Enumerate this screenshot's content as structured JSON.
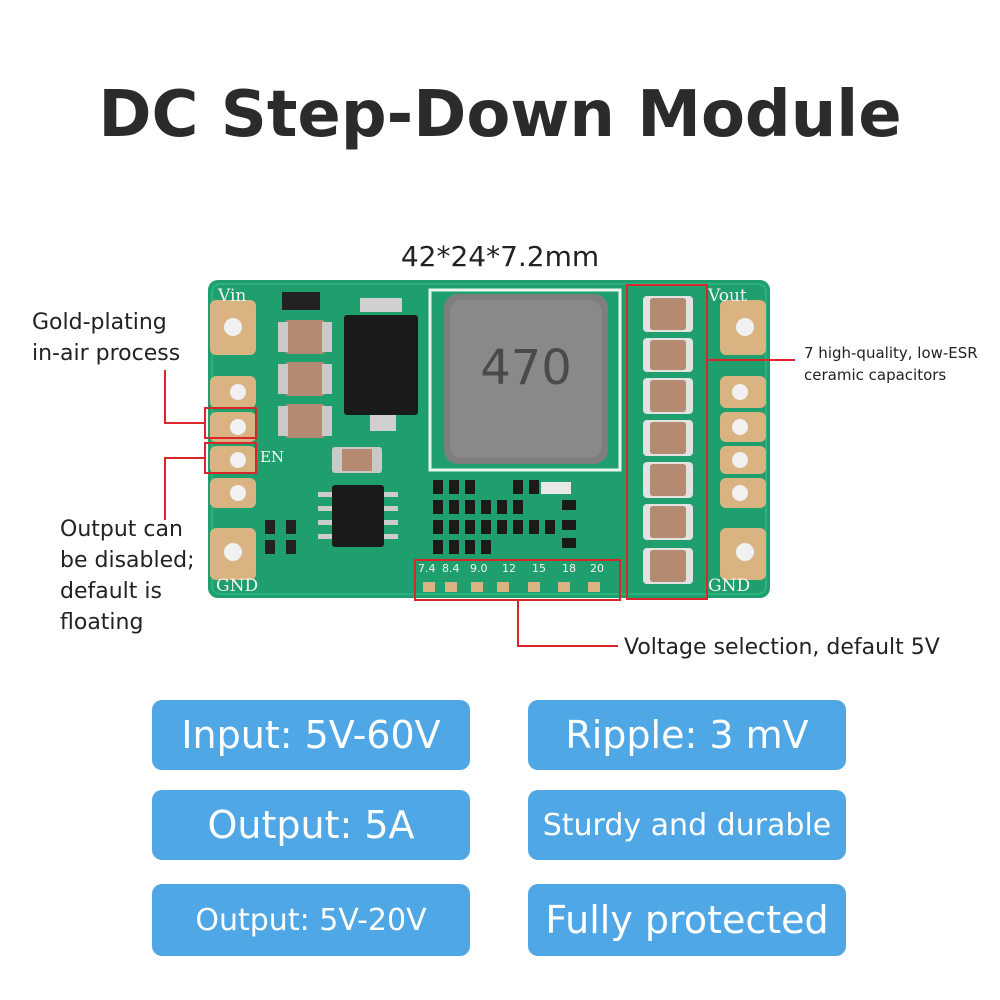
{
  "title": "DC Step-Down Module",
  "dimensions": "42*24*7.2mm",
  "board": {
    "vin_label": "Vin",
    "vout_label": "Vout",
    "gnd_label_left": "GND",
    "gnd_label_right": "GND",
    "en_label": "EN",
    "inductor_marking": "470",
    "voltage_options": [
      "7.4",
      "8.4",
      "9.0",
      "12",
      "15",
      "18",
      "20"
    ]
  },
  "annotations": {
    "gold_plating": [
      "Gold-plating",
      "in-air process"
    ],
    "output_disable": [
      "Output can",
      "be disabled;",
      "default is",
      "floating"
    ],
    "capacitors": [
      "7 high-quality, low-ESR",
      "ceramic capacitors"
    ],
    "voltage_selection": "Voltage selection, default 5V"
  },
  "features": [
    {
      "label": "Input: 5V-60V"
    },
    {
      "label": "Ripple: 3 mV"
    },
    {
      "label": "Output: 5A"
    },
    {
      "label": "Sturdy and durable"
    },
    {
      "label": "Output: 5V-20V"
    },
    {
      "label": "Fully protected"
    }
  ],
  "colors": {
    "pcb": "#1f9e6e",
    "pill": "#4fa7e6",
    "callout": "#d9262b",
    "gold": "#d9b382"
  }
}
